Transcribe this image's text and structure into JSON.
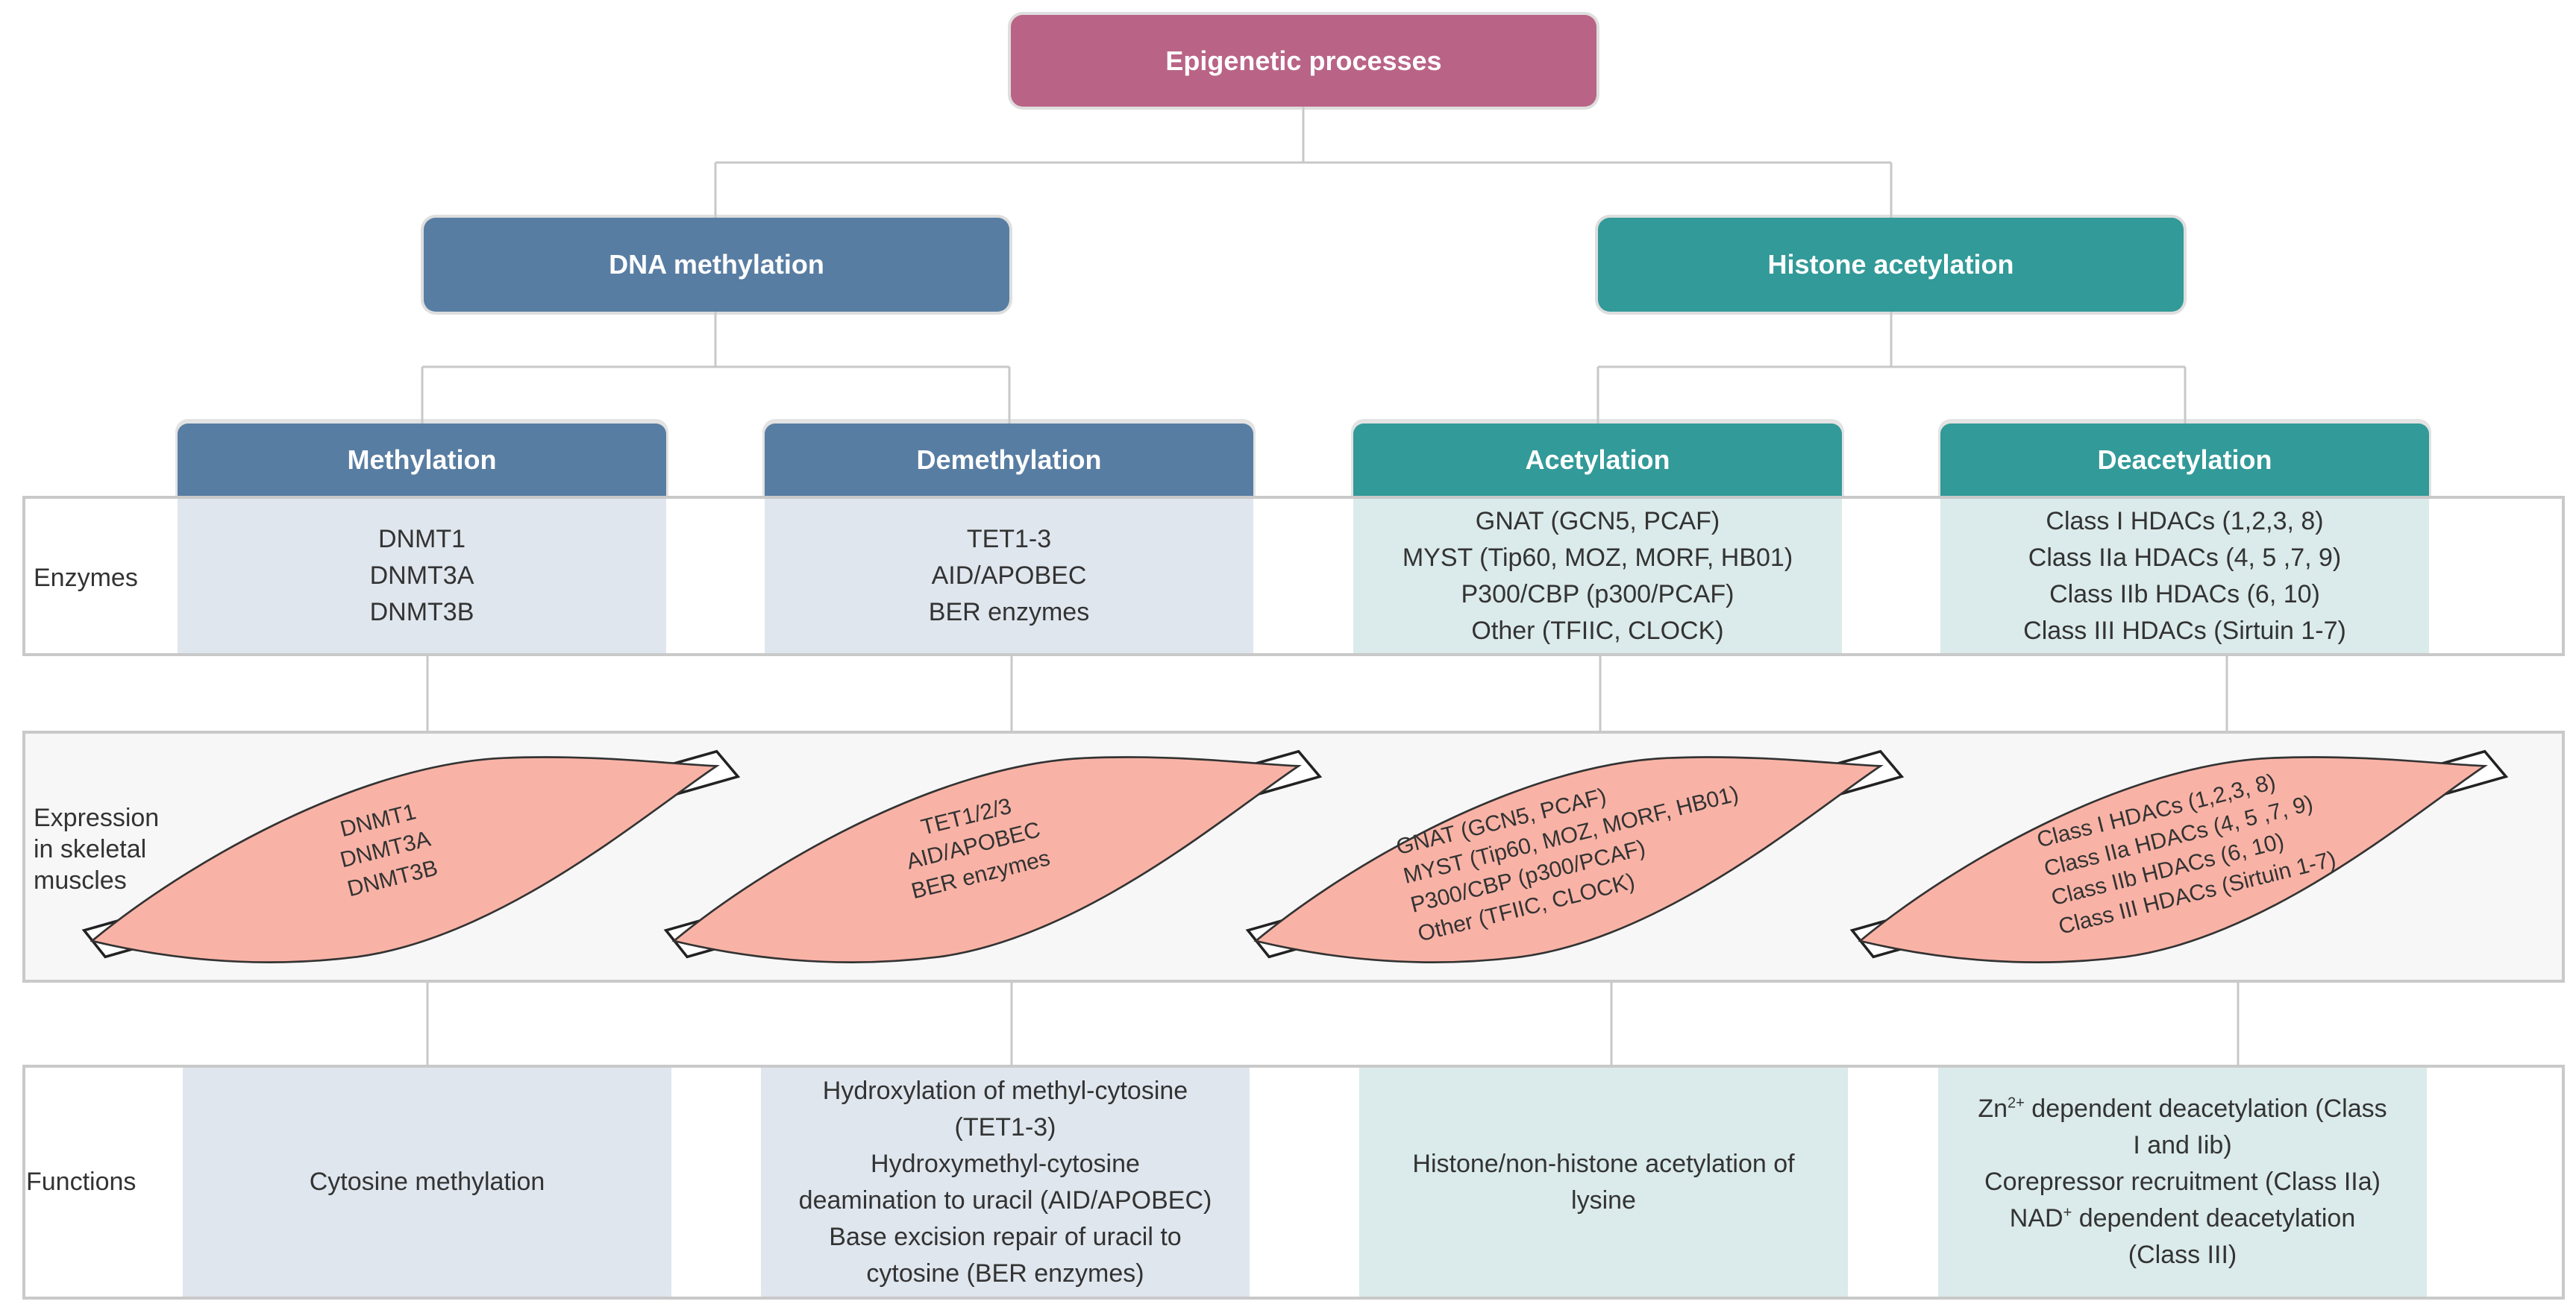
{
  "colors": {
    "root": "#b96486",
    "dna": "#587da2",
    "histone": "#329a98",
    "blue_cell": "#dfe6ee",
    "teal_cell": "#dbeaea",
    "muscle_fill": "#f9b3a6",
    "connector": "#c8c8c8"
  },
  "root": {
    "label": "Epigenetic processes"
  },
  "categories": [
    {
      "label": "DNA methylation"
    },
    {
      "label": "Histone acetylation"
    }
  ],
  "subcategories": [
    {
      "label": "Methylation"
    },
    {
      "label": "Demethylation"
    },
    {
      "label": "Acetylation"
    },
    {
      "label": "Deacetylation"
    }
  ],
  "row_labels": {
    "enzymes": "Enzymes",
    "expression_line1": "Expression",
    "expression_line2": "in skeletal",
    "expression_line3": "muscles",
    "functions": "Functions"
  },
  "enzymes": [
    [
      "DNMT1",
      "DNMT3A",
      "DNMT3B"
    ],
    [
      "TET1-3",
      "AID/APOBEC",
      "BER enzymes"
    ],
    [
      "GNAT (GCN5, PCAF)",
      "MYST (Tip60, MOZ, MORF, HB01)",
      "P300/CBP (p300/PCAF)",
      "Other (TFIIC, CLOCK)"
    ],
    [
      "Class I HDACs (1,2,3, 8)",
      "Class IIa HDACs (4, 5 ,7, 9)",
      "Class IIb HDACs (6, 10)",
      "Class III HDACs (Sirtuin 1-7)"
    ]
  ],
  "expression": [
    [
      "DNMT1",
      "DNMT3A",
      "DNMT3B"
    ],
    [
      "TET1/2/3",
      "AID/APOBEC",
      "BER enzymes"
    ],
    [
      "GNAT (GCN5, PCAF)",
      "MYST (Tip60, MOZ, MORF, HB01)",
      "P300/CBP (p300/PCAF)",
      "Other (TFIIC, CLOCK)"
    ],
    [
      "Class I HDACs (1,2,3, 8)",
      "Class IIa HDACs (4, 5 ,7, 9)",
      "Class IIb HDACs (6, 10)",
      "Class III HDACs (Sirtuin 1-7)"
    ]
  ],
  "functions": {
    "methylation": [
      "Cytosine methylation"
    ],
    "demethylation": [
      "Hydroxylation of methyl-cytosine",
      "(TET1-3)",
      "Hydroxymethyl-cytosine",
      "deamination to uracil (AID/APOBEC)",
      "Base excision repair of uracil to",
      "cytosine (BER enzymes)"
    ],
    "acetylation": [
      "Histone/non-histone acetylation of",
      "lysine"
    ],
    "deacetylation": {
      "line1_prefix": "Zn",
      "line1_sup": "2+",
      "line1_rest": " dependent deacetylation (Class",
      "line2": "I and Iib)",
      "line3": "Corepressor recruitment (Class IIa)",
      "line4_prefix": "NAD",
      "line4_sup": "+",
      "line4_rest": " dependent deacetylation",
      "line5": "(Class III)"
    }
  }
}
